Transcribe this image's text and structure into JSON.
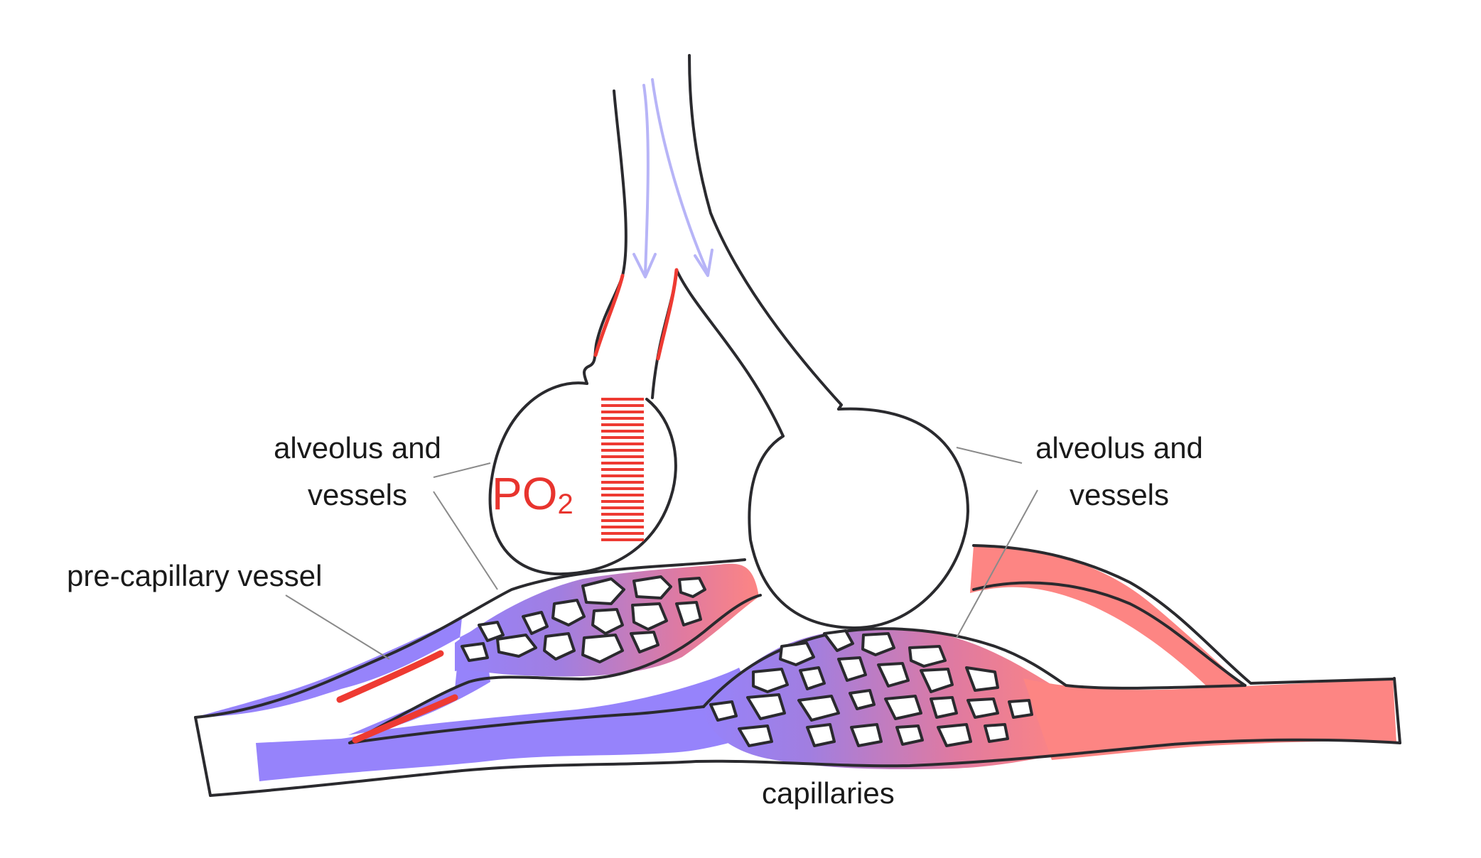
{
  "labels": {
    "alveolus_left_line1": "alveolus and",
    "alveolus_left_line2": "vessels",
    "alveolus_right_line1": "alveolus and",
    "alveolus_right_line2": "vessels",
    "pre_capillary": "pre-capillary vessel",
    "capillaries": "capillaries",
    "po2_main": "PO",
    "po2_sub": "2"
  },
  "colors": {
    "outline": "#2a2a2e",
    "deoxygenated": "#9683fb",
    "oxygenated": "#fd8583",
    "highlight_red": "#ee3a32",
    "airflow_arrow": "#b7b4f7",
    "leader_line": "#8a8a8a"
  },
  "po2_indicator": {
    "bar_count": 23
  }
}
